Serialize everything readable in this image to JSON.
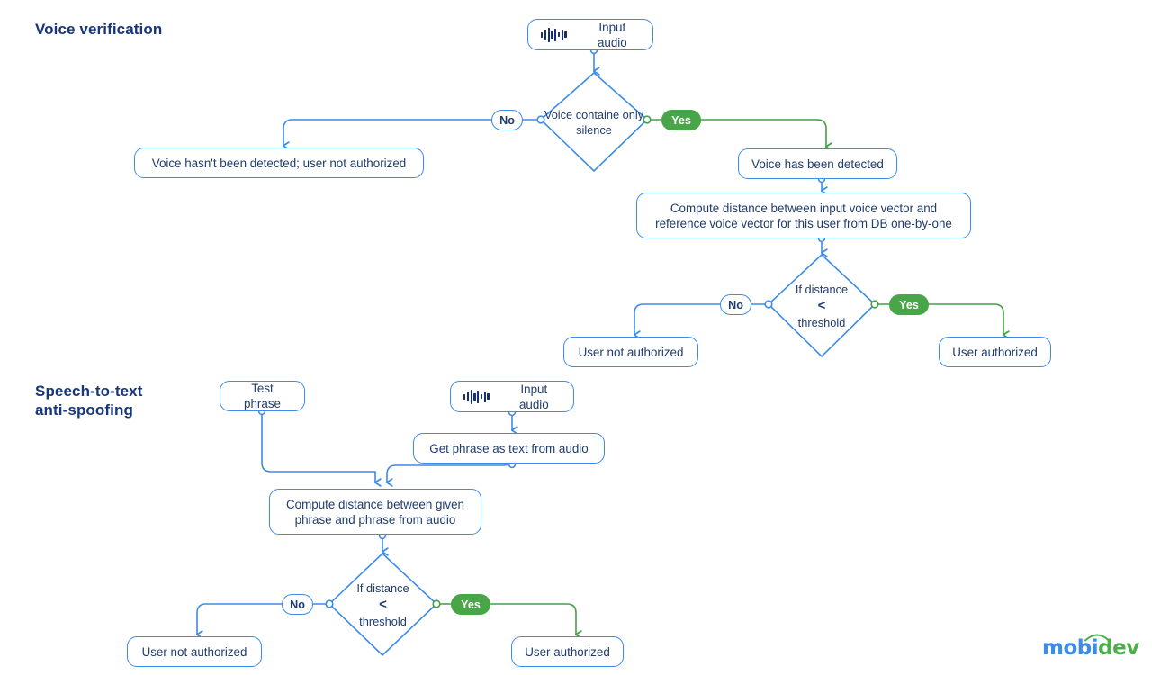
{
  "page": {
    "background": "#ffffff",
    "accent_blue": "#3d8ce8",
    "accent_green": "#48a548",
    "text_navy": "#1f3c6e",
    "title_navy": "#17377a"
  },
  "sections": [
    {
      "id": "voice-verification",
      "title": "Voice verification"
    },
    {
      "id": "speech-to-text-anti-spoofing",
      "title": "Speech-to-text\nanti-spoofing"
    }
  ],
  "flow1": {
    "input_audio": {
      "label": "Input audio",
      "icon": "audio-waveform-icon"
    },
    "decision_silence": {
      "label": "Voice containe\nonly silence"
    },
    "branch_no": "No",
    "branch_yes": "Yes",
    "voice_not_detected": "Voice hasn't been detected; user not authorized",
    "voice_detected": "Voice has been detected",
    "compute_distance": "Compute distance between input voice vector and\nreference voice vector for this user from DB one-by-one",
    "decision_threshold": {
      "line1": "If distance",
      "line2": "<",
      "line3": "threshold"
    },
    "threshold_no": "No",
    "threshold_yes": "Yes",
    "user_not_authorized": "User not authorized",
    "user_authorized": "User authorized"
  },
  "flow2": {
    "test_phrase": "Test phrase",
    "input_audio": {
      "label": "Input audio",
      "icon": "audio-waveform-icon"
    },
    "get_phrase": "Get phrase as text from audio",
    "compute_distance": "Compute distance between given\nphrase and phrase from audio",
    "decision_threshold": {
      "line1": "If distance",
      "line2": "<",
      "line3": "threshold"
    },
    "threshold_no": "No",
    "threshold_yes": "Yes",
    "user_not_authorized": "User not authorized",
    "user_authorized": "User authorized"
  },
  "logo": {
    "part1": "mobi",
    "part2": "dev",
    "icon": "wifi-arc-icon"
  }
}
